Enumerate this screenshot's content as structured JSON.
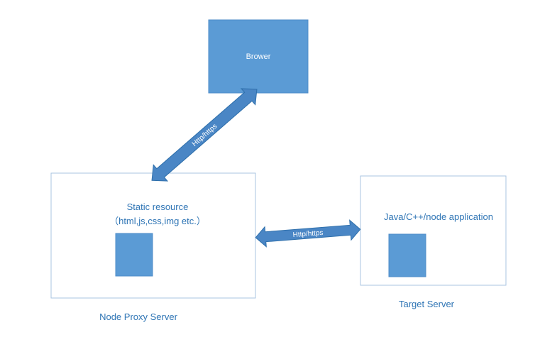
{
  "diagram": {
    "browser": {
      "label": "Brower"
    },
    "proxy": {
      "line1": "Static resource",
      "line2": "（html,js,css,img etc.）",
      "caption": "Node Proxy Server"
    },
    "target": {
      "label": "Java/C++/node  application",
      "caption": "Target Server"
    },
    "arrows": {
      "browser_proxy": "Http/https",
      "proxy_target": "Http/https"
    },
    "colors": {
      "box_fill": "#5B9BD5",
      "arrow_fill": "#4A86C5",
      "arrow_stroke": "#2E6FAB",
      "border": "#A9C4E2",
      "text_blue": "#2F75B5",
      "white": "#FFFFFF"
    }
  }
}
